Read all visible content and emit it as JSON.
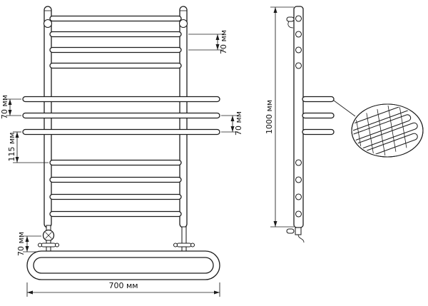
{
  "drawing": {
    "type": "technical-drawing",
    "subject": "ladder towel rail with shelf rungs, front and side views",
    "background": "#ffffff",
    "ink_color": "#1c1c1c",
    "dimensions": {
      "top_rung_spacing": "70 мм",
      "shelf_spacing_left": "70 мм",
      "shelf_to_lower_rung": "115 мм",
      "shelf_spacing_right": "70 мм",
      "bottom_offset": "70 мм",
      "overall_width": "700 мм",
      "overall_height": "1000 мм"
    }
  }
}
